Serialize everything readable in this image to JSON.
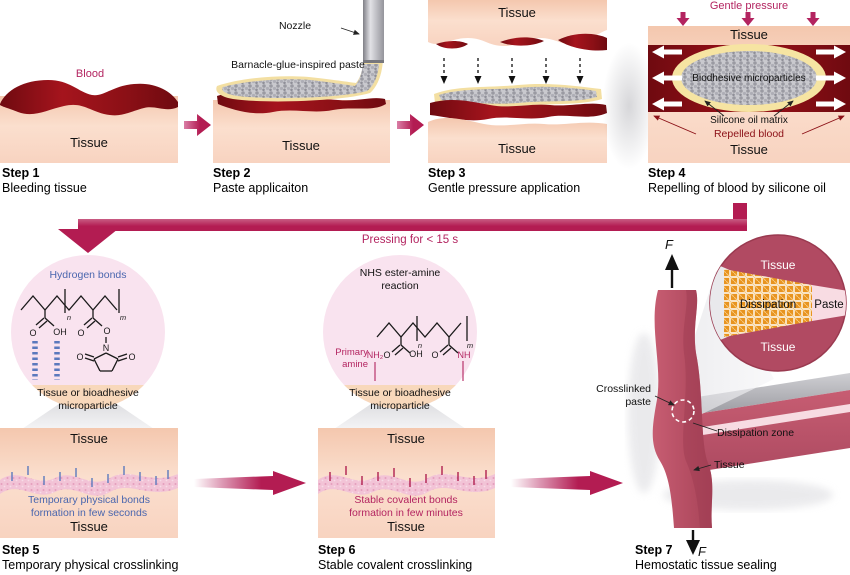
{
  "palette": {
    "accent_crimson": "#b31c52",
    "blood_red": "#8c1016",
    "tissue_peach": "#fadcca",
    "paste_yellow": "#f3dfa2",
    "circle_pink": "#f9e3ef",
    "bond_blue": "#4a66ae",
    "inset_rose": "#b14a62"
  },
  "top_row": {
    "step1": {
      "label": "Step 1",
      "caption": "Bleeding tissue",
      "blood": "Blood",
      "tissue": "Tissue"
    },
    "step2": {
      "label": "Step 2",
      "caption": "Paste applicaiton",
      "nozzle": "Nozzle",
      "paste": "Barnacle-glue-inspired paste",
      "tissue": "Tissue"
    },
    "step3": {
      "label": "Step 3",
      "caption": "Gentle pressure application",
      "tissue_top": "Tissue",
      "tissue_bottom": "Tissue"
    },
    "step4": {
      "label": "Step 4",
      "caption": "Repelling of blood by silicone oil",
      "pressure": "Gentle pressure",
      "tissue_top": "Tissue",
      "microparticles": "Biodhesive microparticles",
      "silicone": "Silicone oil matrix",
      "repelled": "Repelled blood",
      "tissue_bottom": "Tissue"
    }
  },
  "pressing": "Pressing for < 15 s",
  "bottom_row": {
    "step5": {
      "label": "Step 5",
      "caption": "Temporary physical crosslinking",
      "circle_title": "Hydrogen bonds",
      "circle_base": "Tissue or bioadhesive microparticle",
      "tissue_top": "Tissue",
      "bond_line1": "Temporary physical bonds",
      "bond_line2": "formation in few seconds",
      "tissue_bottom": "Tissue",
      "chem": {
        "o1": "O",
        "oh": "OH",
        "o2": "O",
        "o3": "O",
        "n_atom": "N",
        "o4": "O",
        "o5": "O",
        "sub_n": "n",
        "sub_m": "m"
      }
    },
    "step6": {
      "label": "Step 6",
      "caption": "Stable covalent crosslinking",
      "circle_title": "NHS ester-amine reaction",
      "primary_amine": "Primary amine",
      "circle_base": "Tissue or bioadhesive microparticle",
      "tissue_top": "Tissue",
      "bond_line1": "Stable covalent bonds",
      "bond_line2": "formation in few minutes",
      "tissue_bottom": "Tissue",
      "chem": {
        "nh2": "NH₂",
        "o1": "O",
        "oh": "OH",
        "o2": "O",
        "nh": "NH",
        "sub_n": "n",
        "sub_m": "m"
      }
    },
    "step7": {
      "label": "Step 7",
      "caption": "Hemostatic tissue sealing",
      "force_top": "F",
      "force_bottom": "F",
      "crosslinked": "Crosslinked paste",
      "dissipation_zone": "Dissipation zone",
      "tissue_arm": "Tissue",
      "inset": {
        "tissue_top": "Tissue",
        "dissipation": "Dissipation",
        "paste": "Paste",
        "tissue_bottom": "Tissue"
      }
    }
  }
}
